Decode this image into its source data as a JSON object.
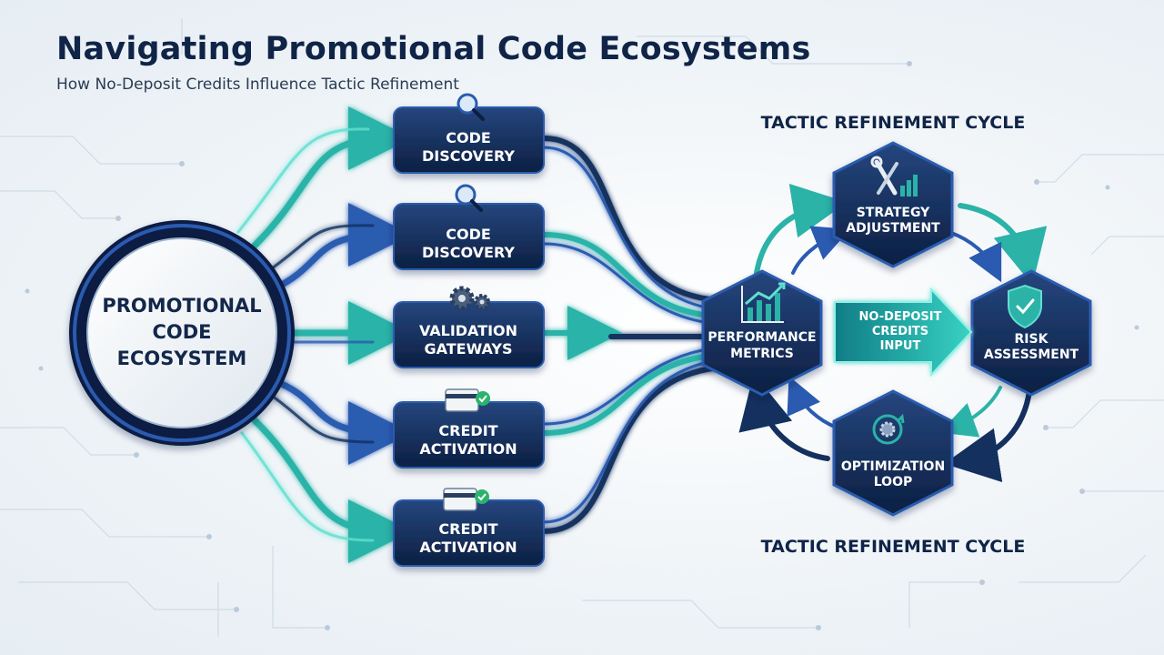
{
  "header": {
    "title": "Navigating Promotional Code Ecosystems",
    "subtitle": "How No-Deposit Credits Influence Tactic Refinement"
  },
  "hub": {
    "lines": [
      "PROMOTIONAL",
      "CODE",
      "ECOSYSTEM"
    ]
  },
  "stages": [
    {
      "icon": "magnifier-icon",
      "lines": [
        "CODE",
        "DISCOVERY"
      ]
    },
    {
      "icon": "magnifier-icon",
      "lines": [
        "CODE",
        "DISCOVERY"
      ]
    },
    {
      "icon": "gears-icon",
      "lines": [
        "VALIDATION",
        "GATEWAYS"
      ]
    },
    {
      "icon": "credit-card-check-icon",
      "lines": [
        "CREDIT",
        "ACTIVATION"
      ]
    },
    {
      "icon": "credit-card-check-icon",
      "lines": [
        "CREDIT",
        "ACTIVATION"
      ]
    }
  ],
  "cycle": {
    "title_top": "TACTIC REFINEMENT CYCLE",
    "title_bottom": "TACTIC REFINEMENT CYCLE",
    "nodes": [
      {
        "key": "strategy",
        "icon": "wrench-chart-icon",
        "lines": [
          "STRATEGY",
          "ADJUSTMENT"
        ]
      },
      {
        "key": "performance",
        "icon": "growth-chart-icon",
        "lines": [
          "PERFORMANCE",
          "METRICS"
        ]
      },
      {
        "key": "risk",
        "icon": "shield-check-icon",
        "lines": [
          "RISK",
          "ASSESSMENT"
        ]
      },
      {
        "key": "optimization",
        "icon": "cycle-gear-icon",
        "lines": [
          "OPTIMIZATION",
          "LOOP"
        ]
      }
    ],
    "input_arrow": {
      "lines": [
        "NO-DEPOSIT",
        "CREDITS",
        "INPUT"
      ]
    }
  },
  "colors": {
    "navy": "#14305e",
    "navy_dark": "#0c1f42",
    "blue": "#2a5bb0",
    "teal": "#2bb3a8",
    "teal_light": "#5fe0d0",
    "title": "#0f2447"
  }
}
